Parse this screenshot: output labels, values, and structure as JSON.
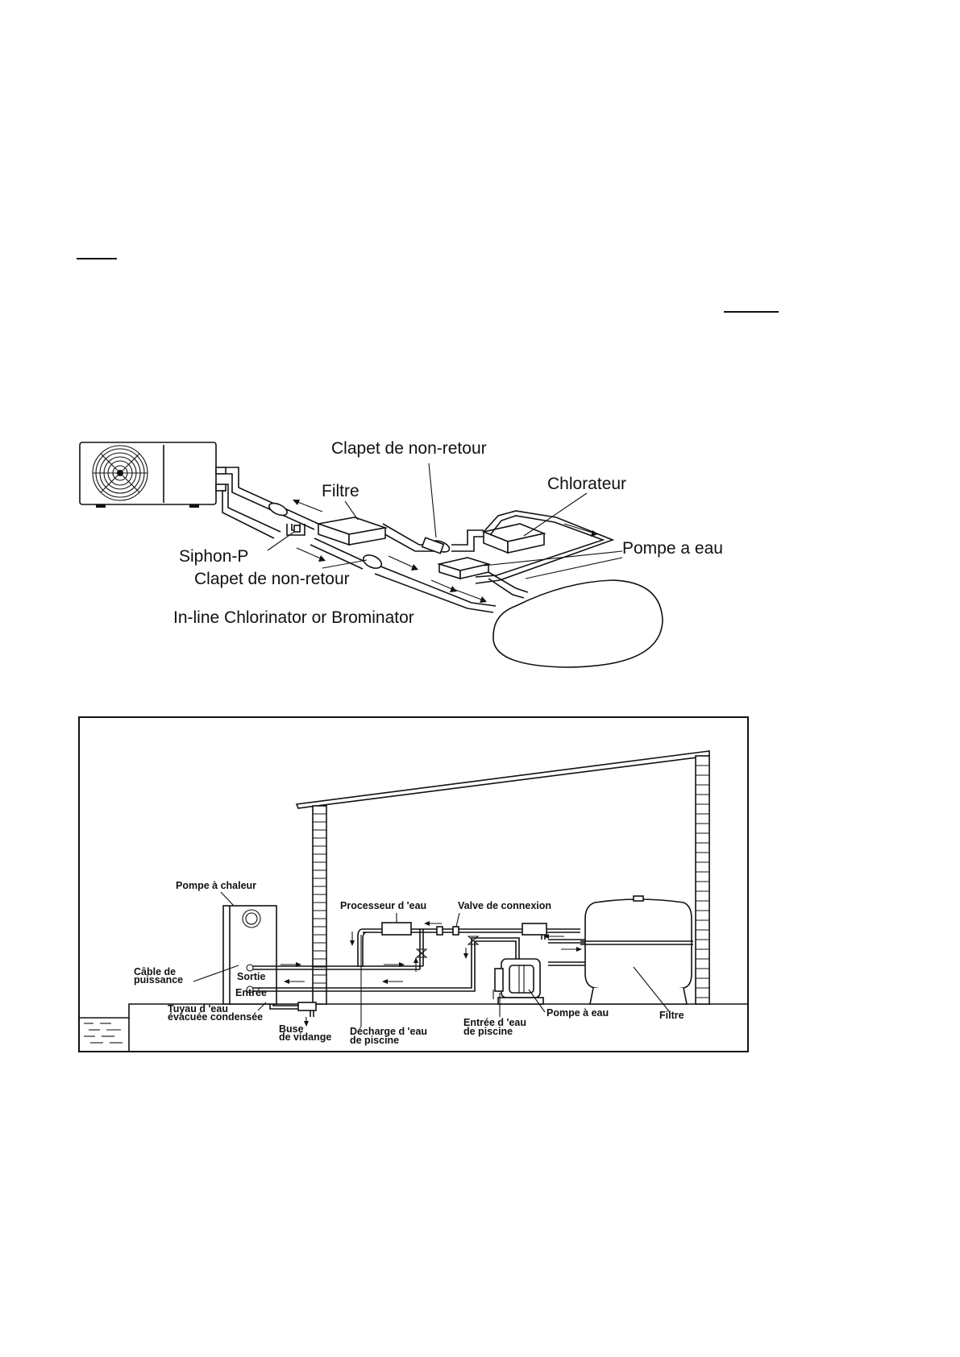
{
  "diagram1": {
    "labels": {
      "clapet_top": "Clapet de non-retour",
      "filtre": "Filtre",
      "chlorateur": "Chlorateur",
      "pompe": "Pompe a eau",
      "siphon": "Siphon-P",
      "clapet_bottom": "Clapet de non-retour",
      "inline": "In-line Chlorinator or Brominator"
    }
  },
  "diagram2": {
    "labels": {
      "pompe_chaleur": "Pompe à chaleur",
      "cable_1": "Câble de",
      "cable_2": "puissance",
      "sortie": "Sortie",
      "entree": "Entrée",
      "tuyau_1": "Tuyau d 'eau",
      "tuyau_2": "évacuée condensée",
      "buse_1": "Buse",
      "buse_2": "de vidange",
      "processeur": "Processeur d 'eau",
      "valve": "Valve de connexion",
      "decharge_1": "Décharge d 'eau",
      "decharge_2": "de piscine",
      "entree_piscine_1": "Entrée d 'eau",
      "entree_piscine_2": "de piscine",
      "pompe_eau": "Pompe à eau",
      "filtre": "Filtre"
    }
  }
}
